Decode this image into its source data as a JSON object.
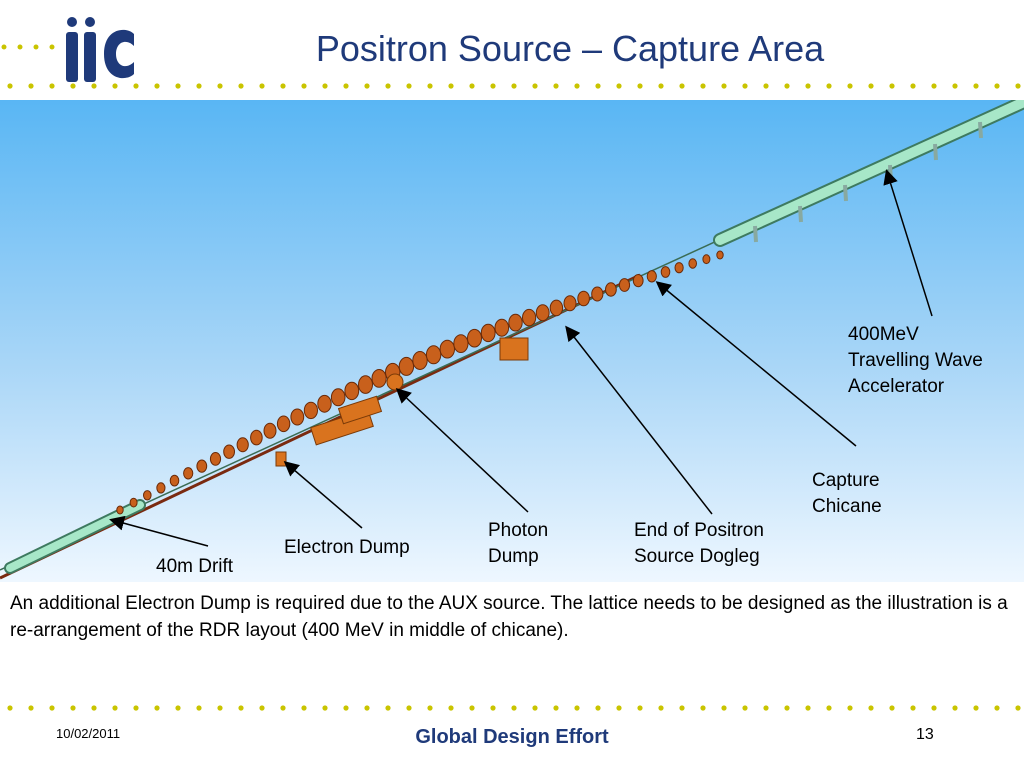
{
  "slide": {
    "logo_text": "ilc",
    "title": "Positron Source – Capture Area",
    "figure_labels": {
      "accelerator": [
        "400MeV",
        "Travelling Wave",
        "Accelerator"
      ],
      "capture_chicane": [
        "Capture",
        "Chicane"
      ],
      "dogleg": [
        "End of Positron",
        "Source Dogleg"
      ],
      "photon_dump": [
        "Photon",
        "Dump"
      ],
      "electron_dump": "Electron Dump",
      "drift": "40m Drift"
    },
    "caption": "An additional Electron Dump is required due to the AUX source. The lattice needs to be designed as the illustration is a re-arrangement of the RDR layout (400 MeV in middle of chicane).",
    "footer": {
      "date": "10/02/2011",
      "center": "Global Design Effort",
      "page": "13"
    },
    "colors": {
      "title": "#1f3a7a",
      "dots": "#c9c400",
      "sky_top": "#5bb8f5",
      "sky_bottom": "#eaf5ff",
      "accelerator": "#9fe0bf",
      "magnets": "#c8601c"
    }
  }
}
